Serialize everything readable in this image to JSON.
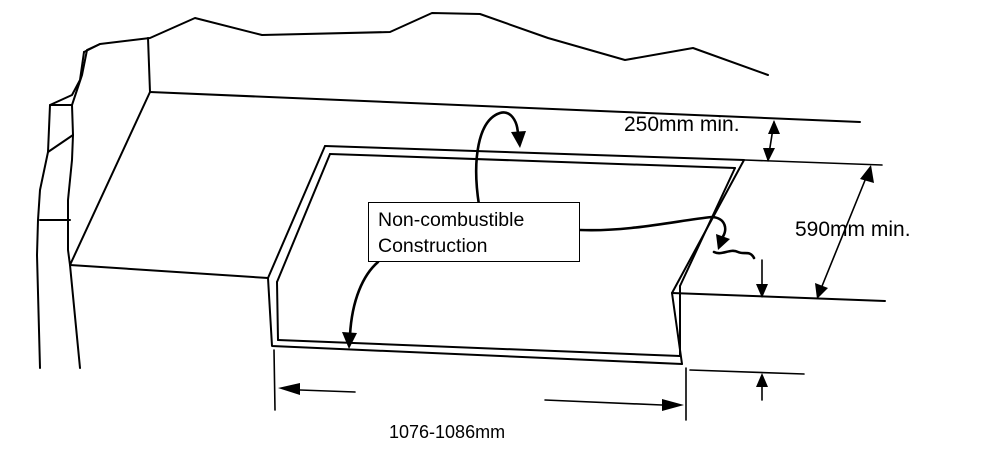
{
  "labels": {
    "top_clearance": "250mm min.",
    "depth": "590mm min.",
    "width": "1076-1086mm",
    "material_line1": "Non-combustible",
    "material_line2": "Construction"
  }
}
